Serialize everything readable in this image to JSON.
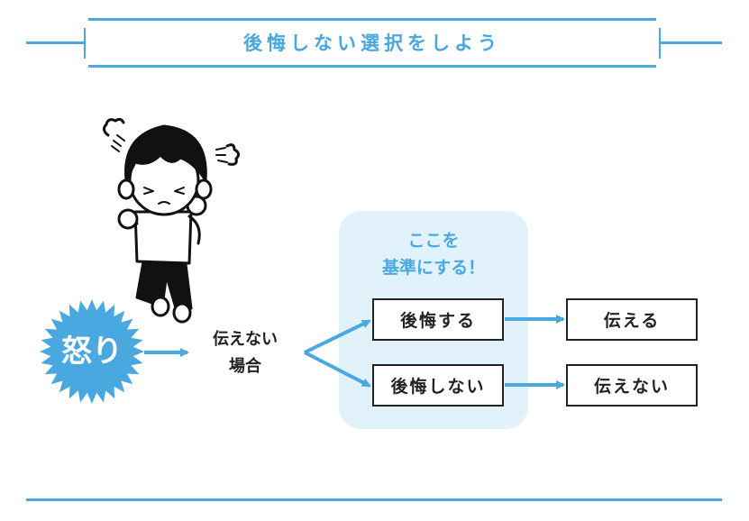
{
  "header": {
    "title": "後悔しない選択をしよう"
  },
  "colors": {
    "accent": "#4aa8e0",
    "highlight_bg": "#e1f2fb",
    "box_border": "#222222"
  },
  "diagram": {
    "start": {
      "label": "怒り"
    },
    "condition": {
      "line1": "伝えない",
      "line2": "場合"
    },
    "highlight": {
      "line1": "ここを",
      "line2": "基準にする！"
    },
    "branches": [
      {
        "judgement": "後悔する",
        "action": "伝える"
      },
      {
        "judgement": "後悔しない",
        "action": "伝えない"
      }
    ]
  },
  "illustration": {
    "subject": "angry-boy-icon"
  }
}
